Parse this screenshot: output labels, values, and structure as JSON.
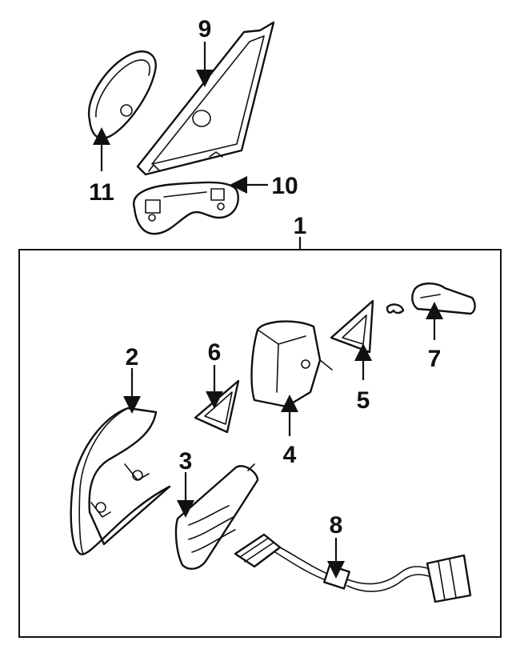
{
  "callouts": {
    "c1": "1",
    "c2": "2",
    "c3": "3",
    "c4": "4",
    "c5": "5",
    "c6": "6",
    "c7": "7",
    "c8": "8",
    "c9": "9",
    "c10": "10",
    "c11": "11"
  },
  "colors": {
    "ink": "#111111",
    "paper": "#ffffff"
  }
}
